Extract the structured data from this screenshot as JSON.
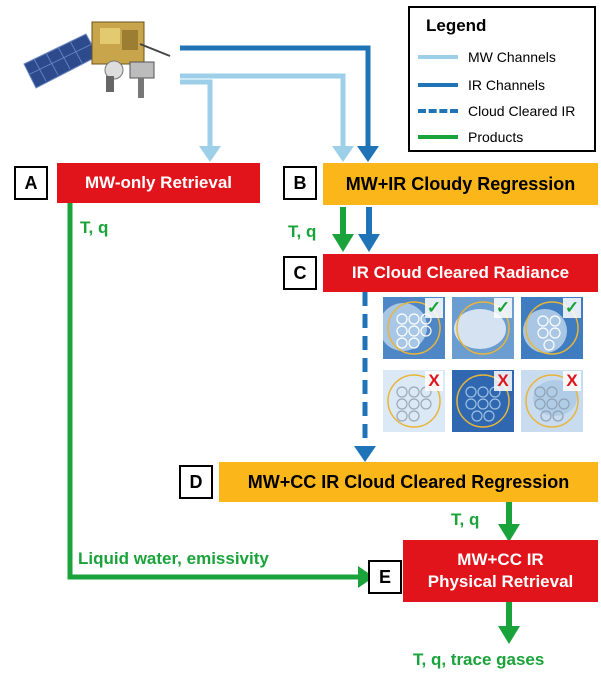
{
  "legend": {
    "title": "Legend",
    "items": [
      {
        "label": "MW Channels",
        "color": "#9dcfe9",
        "style": "solid"
      },
      {
        "label": "IR Channels",
        "color": "#1f74b8",
        "style": "solid"
      },
      {
        "label": "Cloud Cleared IR",
        "color": "#1f74b8",
        "style": "dashed"
      },
      {
        "label": "Products",
        "color": "#1aa33a",
        "style": "solid"
      }
    ]
  },
  "steps": {
    "a": {
      "letter": "A",
      "label": "MW-only Retrieval"
    },
    "b": {
      "letter": "B",
      "label": "MW+IR Cloudy Regression"
    },
    "c": {
      "letter": "C",
      "label": "IR Cloud Cleared Radiance"
    },
    "d": {
      "letter": "D",
      "label": "MW+CC IR Cloud Cleared Regression"
    },
    "e": {
      "letter": "E",
      "label_line1": "MW+CC IR",
      "label_line2": "Physical Retrieval"
    }
  },
  "products": {
    "a_out": "T, q",
    "b_out": "T, q",
    "d_out": "T, q",
    "a_to_e": "Liquid water, emissivity",
    "final": "T, q, trace gases"
  },
  "marks": {
    "check": "✓",
    "cross": "X"
  },
  "colors": {
    "red_box": "#e0141a",
    "gold_box": "#fbb61a",
    "products": "#1aa33a",
    "mw": "#9dcfe9",
    "ir": "#1f74b8"
  }
}
